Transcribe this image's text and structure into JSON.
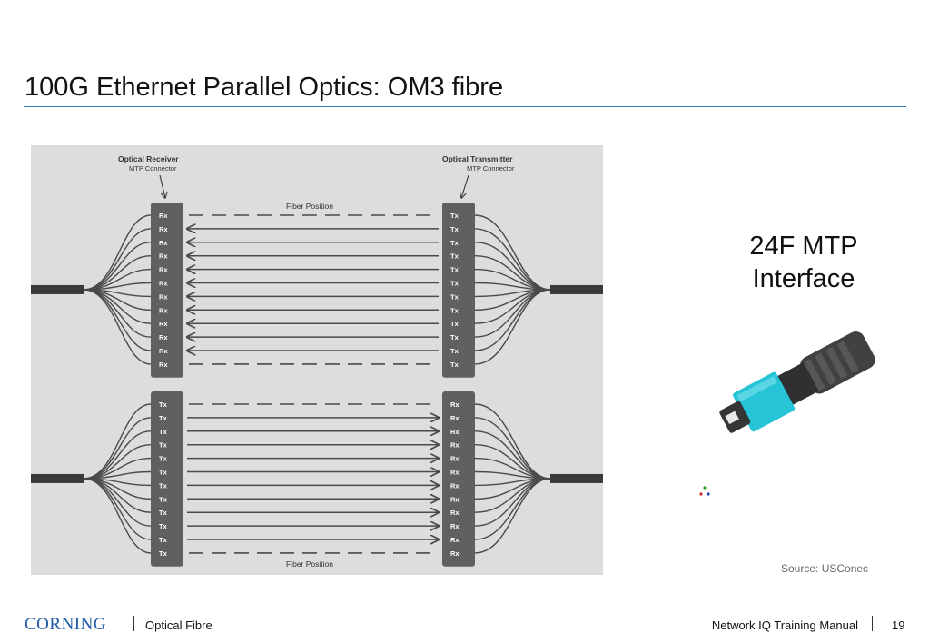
{
  "slide": {
    "title": "100G Ethernet Parallel Optics: OM3 fibre",
    "interface_label_line1": "24F MTP",
    "interface_label_line2": "Interface",
    "source": "Source: USConec"
  },
  "diagram": {
    "receiver_title": "Optical Receiver",
    "receiver_subtitle": "MTP Connector",
    "transmitter_title": "Optical Transmitter",
    "transmitter_subtitle": "MTP Connector",
    "fiber_position_label": "Fiber Position",
    "top_left_ports": [
      "Rx",
      "Rx",
      "Rx",
      "Rx",
      "Rx",
      "Rx",
      "Rx",
      "Rx",
      "Rx",
      "Rx",
      "Rx",
      "Rx"
    ],
    "top_right_ports": [
      "Tx",
      "Tx",
      "Tx",
      "Tx",
      "Tx",
      "Tx",
      "Tx",
      "Tx",
      "Tx",
      "Tx",
      "Tx",
      "Tx"
    ],
    "bottom_left_ports": [
      "Tx",
      "Tx",
      "Tx",
      "Tx",
      "Tx",
      "Tx",
      "Tx",
      "Tx",
      "Tx",
      "Tx",
      "Tx",
      "Tx"
    ],
    "bottom_right_ports": [
      "Rx",
      "Rx",
      "Rx",
      "Rx",
      "Rx",
      "Rx",
      "Rx",
      "Rx",
      "Rx",
      "Rx",
      "Rx",
      "Rx"
    ],
    "dark_fiber_positions": [
      1,
      12
    ],
    "top_direction": "right-to-left",
    "bottom_direction": "left-to-right"
  },
  "colors": {
    "diagram_background": "#dcdddf",
    "connector_body": "#5f6062",
    "fiber": "#4a4a4a",
    "title_rule": "#2b78b5",
    "brand": "#1f5aa6",
    "connector_ferrule": "#27c4d8"
  },
  "icons": {
    "connector_image": "mtp-connector-icon",
    "marker": "tri-dot-icon"
  },
  "footer": {
    "brand": "CORNING",
    "section": "Optical Fibre",
    "manual": "Network IQ Training Manual",
    "page": "19"
  }
}
